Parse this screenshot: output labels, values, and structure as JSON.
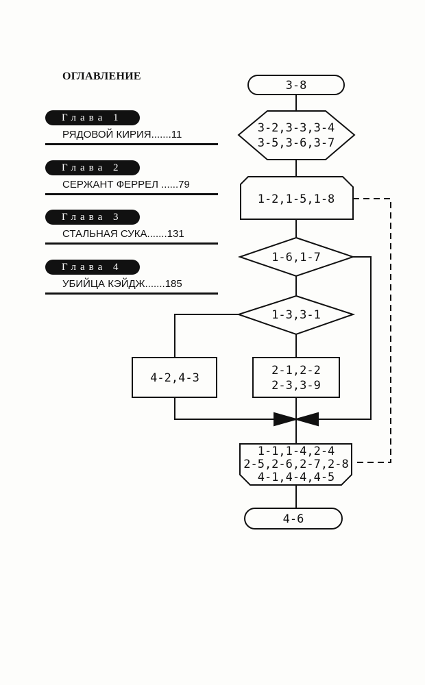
{
  "toc": {
    "title": "ОГЛАВЛЕНИЕ",
    "chapters": [
      {
        "label": "Глава 1",
        "title": "РЯДОВОЙ КИРИЯ",
        "leader": ".......",
        "page": "11"
      },
      {
        "label": "Глава 2",
        "title": "СЕРЖАНТ ФЕРРЕЛ",
        "leader": " ......",
        "page": "79"
      },
      {
        "label": "Глава 3",
        "title": "СТАЛЬНАЯ СУКА",
        "leader": ".......",
        "page": "131"
      },
      {
        "label": "Глава 4",
        "title": "УБИЙЦА КЭЙДЖ",
        "leader": ".......",
        "page": "185"
      }
    ]
  },
  "flowchart": {
    "start": "3-8",
    "prep": [
      "3-2,3-3,3-4",
      "3-5,3-6,3-7"
    ],
    "loop_start": "1-2,1-5,1-8",
    "decision1": "1-6,1-7",
    "decision2": "1-3,3-1",
    "left_process": "4-2,4-3",
    "right_process": [
      "2-1,2-2",
      "2-3,3-9"
    ],
    "loop_end": [
      "1-1,1-4,2-4",
      "2-5,2-6,2-7,2-8",
      "4-1,4-4,4-5"
    ],
    "end": "4-6"
  }
}
